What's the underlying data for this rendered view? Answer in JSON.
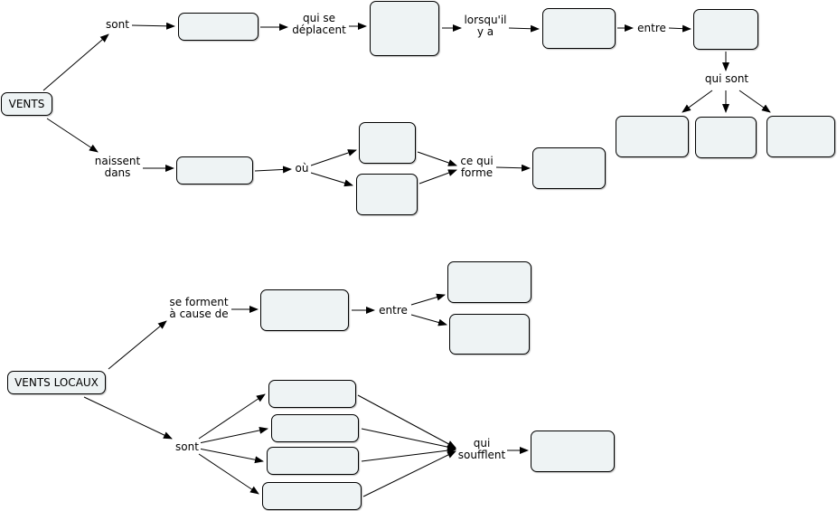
{
  "map1": {
    "root": "VENTS",
    "links": {
      "sont": "sont",
      "qui_se_deplacent": "qui se\ndéplacent",
      "lorsquil_y_a": "lorsqu'il\ny a",
      "entre": "entre",
      "qui_sont": "qui sont",
      "naissent_dans": "naissent\ndans",
      "ou": "où",
      "ce_qui_forme": "ce qui\nforme"
    }
  },
  "map2": {
    "root": "VENTS LOCAUX",
    "links": {
      "se_forment": "se forment\nà cause de",
      "entre": "entre",
      "sont": "sont",
      "qui_soufflent": "qui\nsoufflent"
    }
  },
  "colors": {
    "node_fill": "#eef3f4",
    "node_border": "#000000",
    "line": "#000000"
  }
}
